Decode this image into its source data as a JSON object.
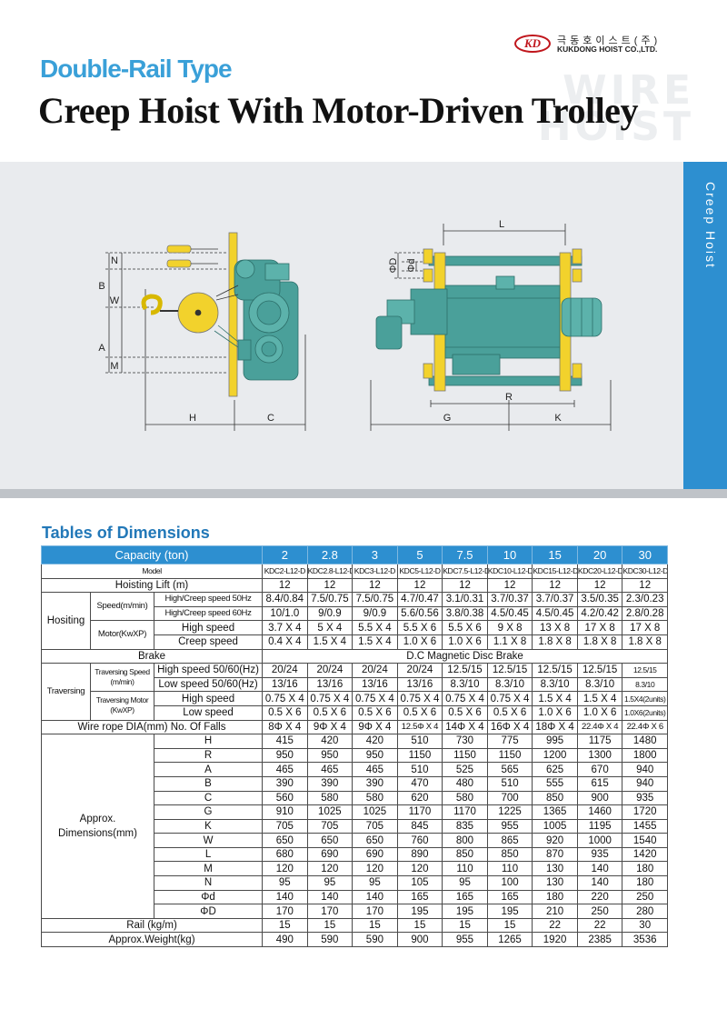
{
  "header": {
    "logo_badge": "KD",
    "logo_korean": "극동호이스트(주)",
    "logo_english": "KUKDONG HOIST CO.,LTD.",
    "watermark_line1": "WIRE",
    "watermark_line2": "HOIST",
    "type_title": "Double-Rail Type",
    "main_title": "Creep Hoist With Motor-Driven Trolley"
  },
  "side_tab": {
    "label": "Creep Hoist"
  },
  "drawing": {
    "dim_labels": {
      "N": "N",
      "B": "B",
      "W": "W",
      "A": "A",
      "M": "M",
      "H": "H",
      "C": "C",
      "L": "L",
      "D": "ΦD",
      "d": "Φd",
      "R": "R",
      "G": "G",
      "K": "K"
    }
  },
  "colors": {
    "accent_blue": "#2d8fd0",
    "title_blue": "#3aa0d8",
    "machine_teal": "#4aa09a",
    "yellow": "#f2d22c"
  },
  "tables": {
    "title": "Tables of Dimensions",
    "capacity_label": "Capacity (ton)",
    "capacities": [
      "2",
      "2.8",
      "3",
      "5",
      "7.5",
      "10",
      "15",
      "20",
      "30"
    ],
    "model_label": "Model",
    "models": [
      "KDC2-L12-D",
      "KDC2.8-L12-D",
      "KDC3-L12-D",
      "KDC5-L12-D",
      "KDC7.5-L12-D",
      "KDC10-L12-D",
      "KDC15-L12-D",
      "KDC20-L12-D",
      "KDC30-L12-D"
    ],
    "lift_label": "Hoisting Lift (m)",
    "lift": [
      "12",
      "12",
      "12",
      "12",
      "12",
      "12",
      "12",
      "12",
      "12"
    ],
    "hoisting": {
      "group": "Hositing",
      "speed_label": "Speed(m/min)",
      "speed_50": {
        "label": "High/Creep speed 50Hz",
        "values": [
          "8.4/0.84",
          "7.5/0.75",
          "7.5/0.75",
          "4.7/0.47",
          "3.1/0.31",
          "3.7/0.37",
          "3.7/0.37",
          "3.5/0.35",
          "2.3/0.23"
        ]
      },
      "speed_60": {
        "label": "High/Creep speed 60Hz",
        "values": [
          "10/1.0",
          "9/0.9",
          "9/0.9",
          "5.6/0.56",
          "3.8/0.38",
          "4.5/0.45",
          "4.5/0.45",
          "4.2/0.42",
          "2.8/0.28"
        ]
      },
      "motor_label": "Motor(KwXP)",
      "motor_high": {
        "label": "High speed",
        "values": [
          "3.7 X 4",
          "5 X 4",
          "5.5 X 4",
          "5.5 X 6",
          "5.5 X 6",
          "9 X 8",
          "13 X 8",
          "17 X 8",
          "17 X 8"
        ]
      },
      "motor_creep": {
        "label": "Creep speed",
        "values": [
          "0.4 X 4",
          "1.5 X 4",
          "1.5 X 4",
          "1.0 X 6",
          "1.0 X 6",
          "1.1 X 8",
          "1.8 X 8",
          "1.8 X 8",
          "1.8 X 8"
        ]
      }
    },
    "brake": {
      "label": "Brake",
      "value": "D.C Magnetic Disc Brake"
    },
    "traversing": {
      "group": "Traversing",
      "speed_label_1": "Traversing Speed",
      "speed_label_2": "(m/min)",
      "high_speed": {
        "label": "High speed 50/60(Hz)",
        "values": [
          "20/24",
          "20/24",
          "20/24",
          "20/24",
          "12.5/15",
          "12.5/15",
          "12.5/15",
          "12.5/15",
          "12.5/15"
        ]
      },
      "low_speed": {
        "label": "Low speed 50/60(Hz)",
        "values": [
          "13/16",
          "13/16",
          "13/16",
          "13/16",
          "8.3/10",
          "8.3/10",
          "8.3/10",
          "8.3/10",
          "8.3/10"
        ]
      },
      "motor_label_1": "Traversing Motor",
      "motor_label_2": "(KwXP)",
      "motor_high": {
        "label": "High speed",
        "values": [
          "0.75 X 4",
          "0.75 X 4",
          "0.75 X 4",
          "0.75 X 4",
          "0.75 X 4",
          "0.75 X 4",
          "1.5 X 4",
          "1.5 X 4",
          "1.5X4(2units)"
        ]
      },
      "motor_low": {
        "label": "Low speed",
        "values": [
          "0.5 X 6",
          "0.5 X 6",
          "0.5 X 6",
          "0.5 X 6",
          "0.5 X 6",
          "0.5 X 6",
          "1.0 X 6",
          "1.0 X 6",
          "1.0X6(2units)"
        ]
      }
    },
    "wire_rope": {
      "label": "Wire rope DIA(mm) No. Of Falls",
      "values": [
        "8Φ X 4",
        "9Φ X 4",
        "9Φ X 4",
        "12.5Φ X 4",
        "14Φ X 4",
        "16Φ X 4",
        "18Φ X 4",
        "22.4Φ X 4",
        "22.4Φ X 6"
      ]
    },
    "dimensions": {
      "label_1": "Approx.",
      "label_2": "Dimensions(mm)",
      "rows": [
        {
          "label": "H",
          "values": [
            "415",
            "420",
            "420",
            "510",
            "730",
            "775",
            "995",
            "1175",
            "1480"
          ]
        },
        {
          "label": "R",
          "values": [
            "950",
            "950",
            "950",
            "1150",
            "1150",
            "1150",
            "1200",
            "1300",
            "1800"
          ]
        },
        {
          "label": "A",
          "values": [
            "465",
            "465",
            "465",
            "510",
            "525",
            "565",
            "625",
            "670",
            "940"
          ]
        },
        {
          "label": "B",
          "values": [
            "390",
            "390",
            "390",
            "470",
            "480",
            "510",
            "555",
            "615",
            "940"
          ]
        },
        {
          "label": "C",
          "values": [
            "560",
            "580",
            "580",
            "620",
            "580",
            "700",
            "850",
            "900",
            "935"
          ]
        },
        {
          "label": "G",
          "values": [
            "910",
            "1025",
            "1025",
            "1170",
            "1170",
            "1225",
            "1365",
            "1460",
            "1720"
          ]
        },
        {
          "label": "K",
          "values": [
            "705",
            "705",
            "705",
            "845",
            "835",
            "955",
            "1005",
            "1195",
            "1455"
          ]
        },
        {
          "label": "W",
          "values": [
            "650",
            "650",
            "650",
            "760",
            "800",
            "865",
            "920",
            "1000",
            "1540"
          ]
        },
        {
          "label": "L",
          "values": [
            "680",
            "690",
            "690",
            "890",
            "850",
            "850",
            "870",
            "935",
            "1420"
          ]
        },
        {
          "label": "M",
          "values": [
            "120",
            "120",
            "120",
            "120",
            "110",
            "110",
            "130",
            "140",
            "180"
          ]
        },
        {
          "label": "N",
          "values": [
            "95",
            "95",
            "95",
            "105",
            "95",
            "100",
            "130",
            "140",
            "180"
          ]
        },
        {
          "label": "Φd",
          "values": [
            "140",
            "140",
            "140",
            "165",
            "165",
            "165",
            "180",
            "220",
            "250"
          ]
        },
        {
          "label": "ΦD",
          "values": [
            "170",
            "170",
            "170",
            "195",
            "195",
            "195",
            "210",
            "250",
            "280"
          ]
        }
      ]
    },
    "rail": {
      "label": "Rail (kg/m)",
      "values": [
        "15",
        "15",
        "15",
        "15",
        "15",
        "15",
        "22",
        "22",
        "30"
      ]
    },
    "weight": {
      "label": "Approx.Weight(kg)",
      "values": [
        "490",
        "590",
        "590",
        "900",
        "955",
        "1265",
        "1920",
        "2385",
        "3536"
      ]
    }
  }
}
